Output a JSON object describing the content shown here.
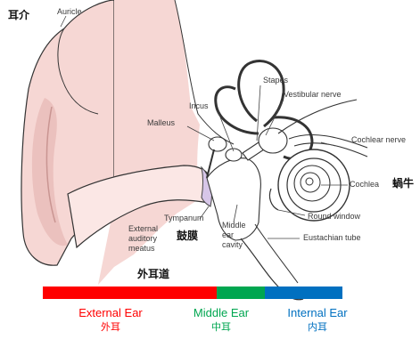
{
  "labels": {
    "ear_cn": "耳介",
    "auricle": "Auricle",
    "stapes": "Stapes",
    "vestibular_nerve": "Vestibular nerve",
    "incus": "Incus",
    "malleus": "Malleus",
    "cochlear_nerve": "Cochlear nerve",
    "cochlea": "Cochlea",
    "cochlea_cn": "蝸牛",
    "round_window": "Round window",
    "tympanum": "Tympanum",
    "tympanum_cn": "鼓膜",
    "middle_ear_cavity": [
      "Middle",
      "ear",
      "cavity"
    ],
    "external_auditory_meatus": [
      "External",
      "auditory",
      "meatus"
    ],
    "eustachian_tube": "Eustachian tube",
    "canal_cn": "外耳道"
  },
  "sections": [
    {
      "name": "External Ear",
      "name_cn": "外耳",
      "color": "#ff0000"
    },
    {
      "name": "Middle Ear",
      "name_cn": "中耳",
      "color": "#00a650"
    },
    {
      "name": "Internal Ear",
      "name_cn": "内耳",
      "color": "#0070c0"
    }
  ],
  "colors": {
    "skin": "#f6d7d4",
    "skin_shadow": "#e8bcb8",
    "outline": "#333333"
  }
}
